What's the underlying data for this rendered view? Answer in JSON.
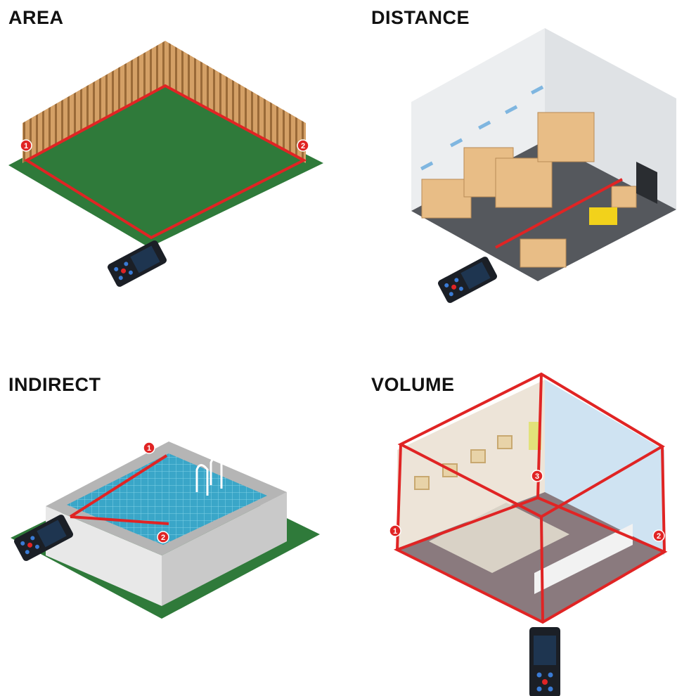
{
  "panels": {
    "area": {
      "title": "AREA",
      "markers": [
        "1",
        "2"
      ]
    },
    "distance": {
      "title": "DISTANCE"
    },
    "indirect": {
      "title": "INDIRECT",
      "markers": [
        "1",
        "2"
      ]
    },
    "volume": {
      "title": "VOLUME",
      "markers": [
        "1",
        "2",
        "3"
      ]
    }
  },
  "colors": {
    "laser": "#e02424",
    "grass": "#2f7a3a",
    "fence": "#c8955a",
    "water": "#3aa6c8",
    "device": "#1b1f26"
  }
}
